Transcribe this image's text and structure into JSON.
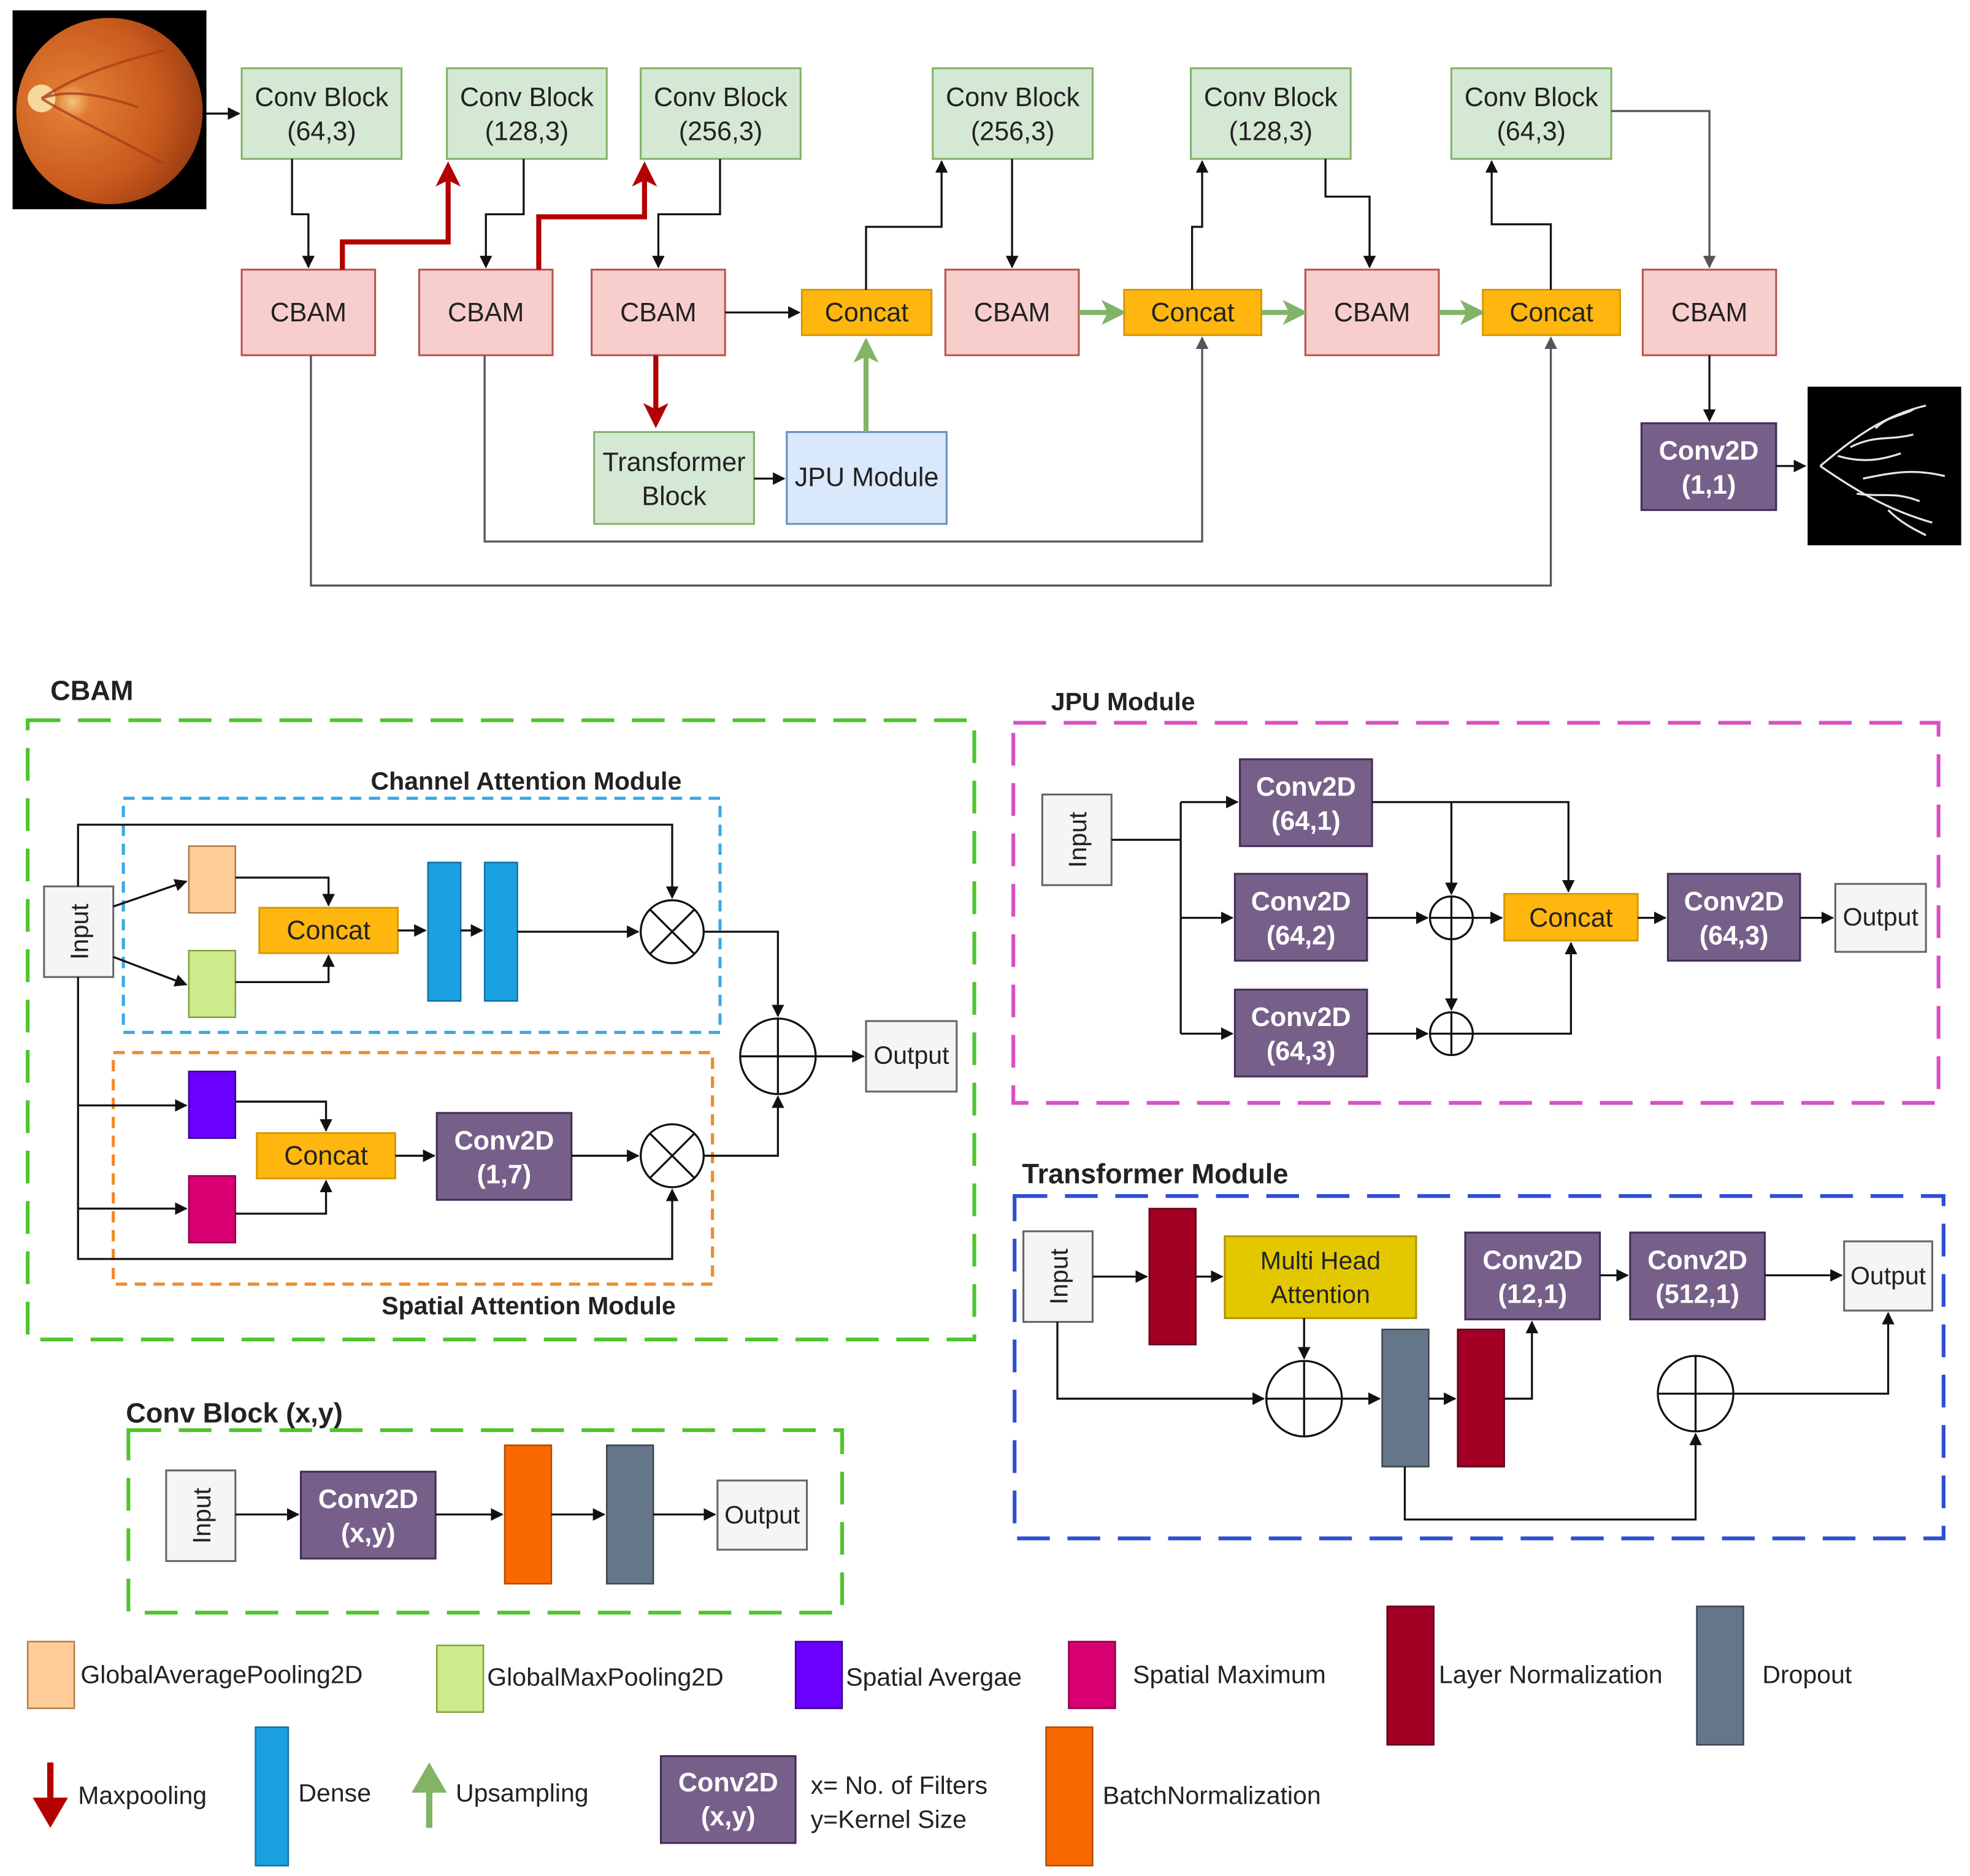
{
  "colors": {
    "conv_block": "#d5e8d4",
    "conv_block_stroke": "#82b366",
    "cbam": "#f8cecc",
    "cbam_stroke": "#b85450",
    "concat": "#ffb70f",
    "concat_stroke": "#d79b00",
    "conv2d": "#76608a",
    "conv2d_stroke": "#432d57",
    "jpu": "#dae8fc",
    "jpu_stroke": "#6c8ebf",
    "io": "#f5f5f5",
    "io_stroke": "#666666",
    "maxpool_arrow": "#b30000",
    "upsample_arrow": "#82b366",
    "gap": "#ffcc99",
    "gmp": "#cdeb8b",
    "spatial_avg": "#6a00ff",
    "spatial_max": "#d80073",
    "dense": "#1ba1e2",
    "batchnorm": "#fa6800",
    "layernorm": "#a20025",
    "dropout": "#647687",
    "mha": "#e3c800",
    "cbam_frame": "#4fc42e",
    "channel_frame": "#3aa9e6",
    "spatial_frame": "#f08a2a",
    "jpu_frame": "#d94fc6",
    "transformer_frame": "#2f4fd0",
    "convblock_frame": "#4fc42e"
  },
  "top": {
    "enc1": {
      "l1": "Conv Block",
      "l2": "(64,3)"
    },
    "enc2": {
      "l1": "Conv Block",
      "l2": "(128,3)"
    },
    "enc3": {
      "l1": "Conv Block",
      "l2": "(256,3)"
    },
    "dec1": {
      "l1": "Conv Block",
      "l2": "(256,3)"
    },
    "dec2": {
      "l1": "Conv Block",
      "l2": "(128,3)"
    },
    "dec3": {
      "l1": "Conv Block",
      "l2": "(64,3)"
    },
    "cbam_label": "CBAM",
    "concat_label": "Concat",
    "transformer": {
      "l1": "Transformer",
      "l2": "Block"
    },
    "jpu": "JPU Module",
    "final_conv": {
      "l1": "Conv2D",
      "l2": "(1,1)"
    }
  },
  "cbam": {
    "title": "CBAM",
    "channel_title": "Channel Attention Module",
    "spatial_title": "Spatial Attention Module",
    "input": "Input",
    "concat": "Concat",
    "conv": {
      "l1": "Conv2D",
      "l2": "(1,7)"
    },
    "output": "Output"
  },
  "jpu": {
    "title": "JPU Module",
    "input": "Input",
    "c1": {
      "l1": "Conv2D",
      "l2": "(64,1)"
    },
    "c2": {
      "l1": "Conv2D",
      "l2": "(64,2)"
    },
    "c3": {
      "l1": "Conv2D",
      "l2": "(64,3)"
    },
    "concat": "Concat",
    "c4": {
      "l1": "Conv2D",
      "l2": "(64,3)"
    },
    "output": "Output"
  },
  "transformer": {
    "title": "Transformer Module",
    "input": "Input",
    "mha": {
      "l1": "Multi Head",
      "l2": "Attention"
    },
    "c1": {
      "l1": "Conv2D",
      "l2": "(12,1)"
    },
    "c2": {
      "l1": "Conv2D",
      "l2": "(512,1)"
    },
    "output": "Output"
  },
  "convblock": {
    "title": "Conv Block (x,y)",
    "input": "Input",
    "conv": {
      "l1": "Conv2D",
      "l2": "(x,y)"
    },
    "output": "Output"
  },
  "legend": {
    "gap": "GlobalAveragePooling2D",
    "gmp": "GlobalMaxPooling2D",
    "spatial_avg": "Spatial Avergae",
    "spatial_max": "Spatial Maximum",
    "layernorm": "Layer Normalization",
    "dropout": "Dropout",
    "maxpool": "Maxpooling",
    "dense": "Dense",
    "upsample": "Upsampling",
    "conv": {
      "l1": "Conv2D",
      "l2": "(x,y)"
    },
    "conv_desc1": "x= No. of Filters",
    "conv_desc2": "y=Kernel Size",
    "batchnorm": "BatchNormalization"
  }
}
